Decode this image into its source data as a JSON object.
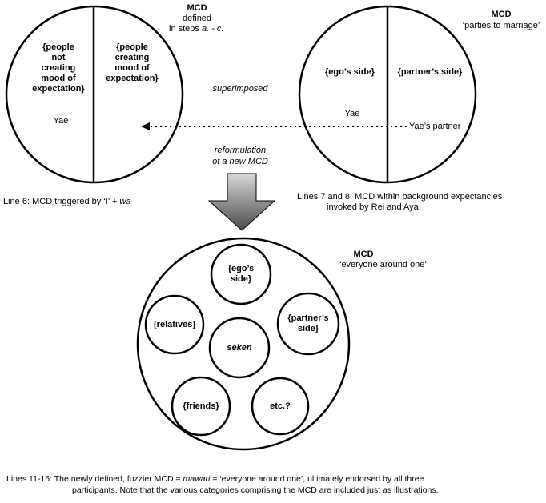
{
  "top_left": {
    "heading": "MCD",
    "heading_note_line1": "defined",
    "heading_note_prefix": "in steps ",
    "heading_note_italic": "a. - c.",
    "left_half": [
      "{people",
      "not",
      "creating",
      "mood of",
      "expectation}"
    ],
    "right_half": [
      "{people",
      "creating",
      "mood of",
      "expectation}"
    ],
    "member": "Yae",
    "caption_prefix": "Line 6:  MCD triggered by ‘I’ + ",
    "caption_italic": "wa"
  },
  "top_right": {
    "heading": "MCD",
    "heading_note": "‘parties to marriage’",
    "left_half": "{ego’s side}",
    "right_half": "{partner’s side}",
    "member_left": "Yae",
    "member_right": "Yae’s partner",
    "caption_line1": "Lines 7 and 8: MCD within background expectancies",
    "caption_line2": "invoked by Rei and Aya"
  },
  "middle": {
    "superimposed": "superimposed",
    "reformulation_line1": "reformulation",
    "reformulation_line2": "of a new MCD"
  },
  "bottom": {
    "heading": "MCD",
    "heading_note": "‘everyone around one’",
    "categories": {
      "ego": [
        "{ego’s",
        "side}"
      ],
      "relatives": "{relatives}",
      "seken": "seken",
      "partner": [
        "{partner’s",
        "side}"
      ],
      "friends": "{friends}",
      "etc": "etc.?"
    },
    "caption_line1_prefix": "Lines 11-16:  The newly defined, fuzzier MCD = ",
    "caption_line1_italic": "mawari",
    "caption_line1_suffix": " = ‘everyone around one’, ultimately endorsed by all three",
    "caption_line2": "participants. Note that the various categories comprising the MCD are included just as illustrations."
  }
}
